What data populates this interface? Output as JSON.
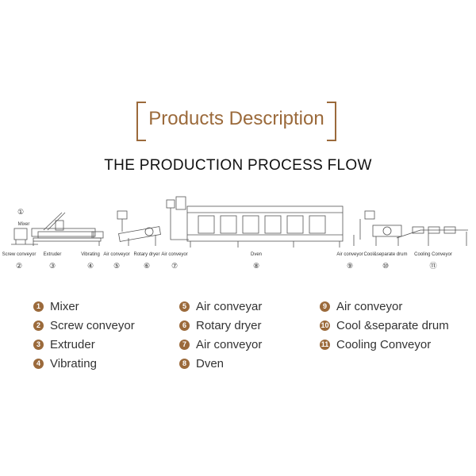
{
  "header": {
    "title": "Products Description"
  },
  "flow_title": "THE PRODUCTION PROCESS FLOW",
  "diagram_labels": {
    "n1": "①",
    "mixer": "Mixer",
    "screw": "Screw conveyor",
    "extruder": "Extruder",
    "vibrating": "Vibrating",
    "air1": "Air conveyor",
    "rotary": "Rotary dryer",
    "air2": "Air conveyor",
    "oven": "Dven",
    "air3": "Air conveyor",
    "cool": "Cool&separate drum",
    "cooling": "Cooling Conveyor",
    "n2": "②",
    "n3": "③",
    "n4": "④",
    "n5": "⑤",
    "n6": "⑥",
    "n7": "⑦",
    "n8": "⑧",
    "n9": "⑨",
    "n10": "⑩",
    "n11": "⑪"
  },
  "legend": [
    {
      "num": "1",
      "label": "Mixer"
    },
    {
      "num": "2",
      "label": "Screw conveyor"
    },
    {
      "num": "3",
      "label": "Extruder"
    },
    {
      "num": "4",
      "label": "Vibrating"
    },
    {
      "num": "5",
      "label": "Air conveyar"
    },
    {
      "num": "6",
      "label": "Rotary dryer"
    },
    {
      "num": "7",
      "label": "Air conveyor"
    },
    {
      "num": "8",
      "label": "Dven"
    },
    {
      "num": "9",
      "label": "Air conveyor"
    },
    {
      "num": "10",
      "label": "Cool &separate drum"
    },
    {
      "num": "11",
      "label": "Cooling Conveyor"
    }
  ],
  "colors": {
    "accent": "#9b6a3b",
    "line": "#555555"
  }
}
